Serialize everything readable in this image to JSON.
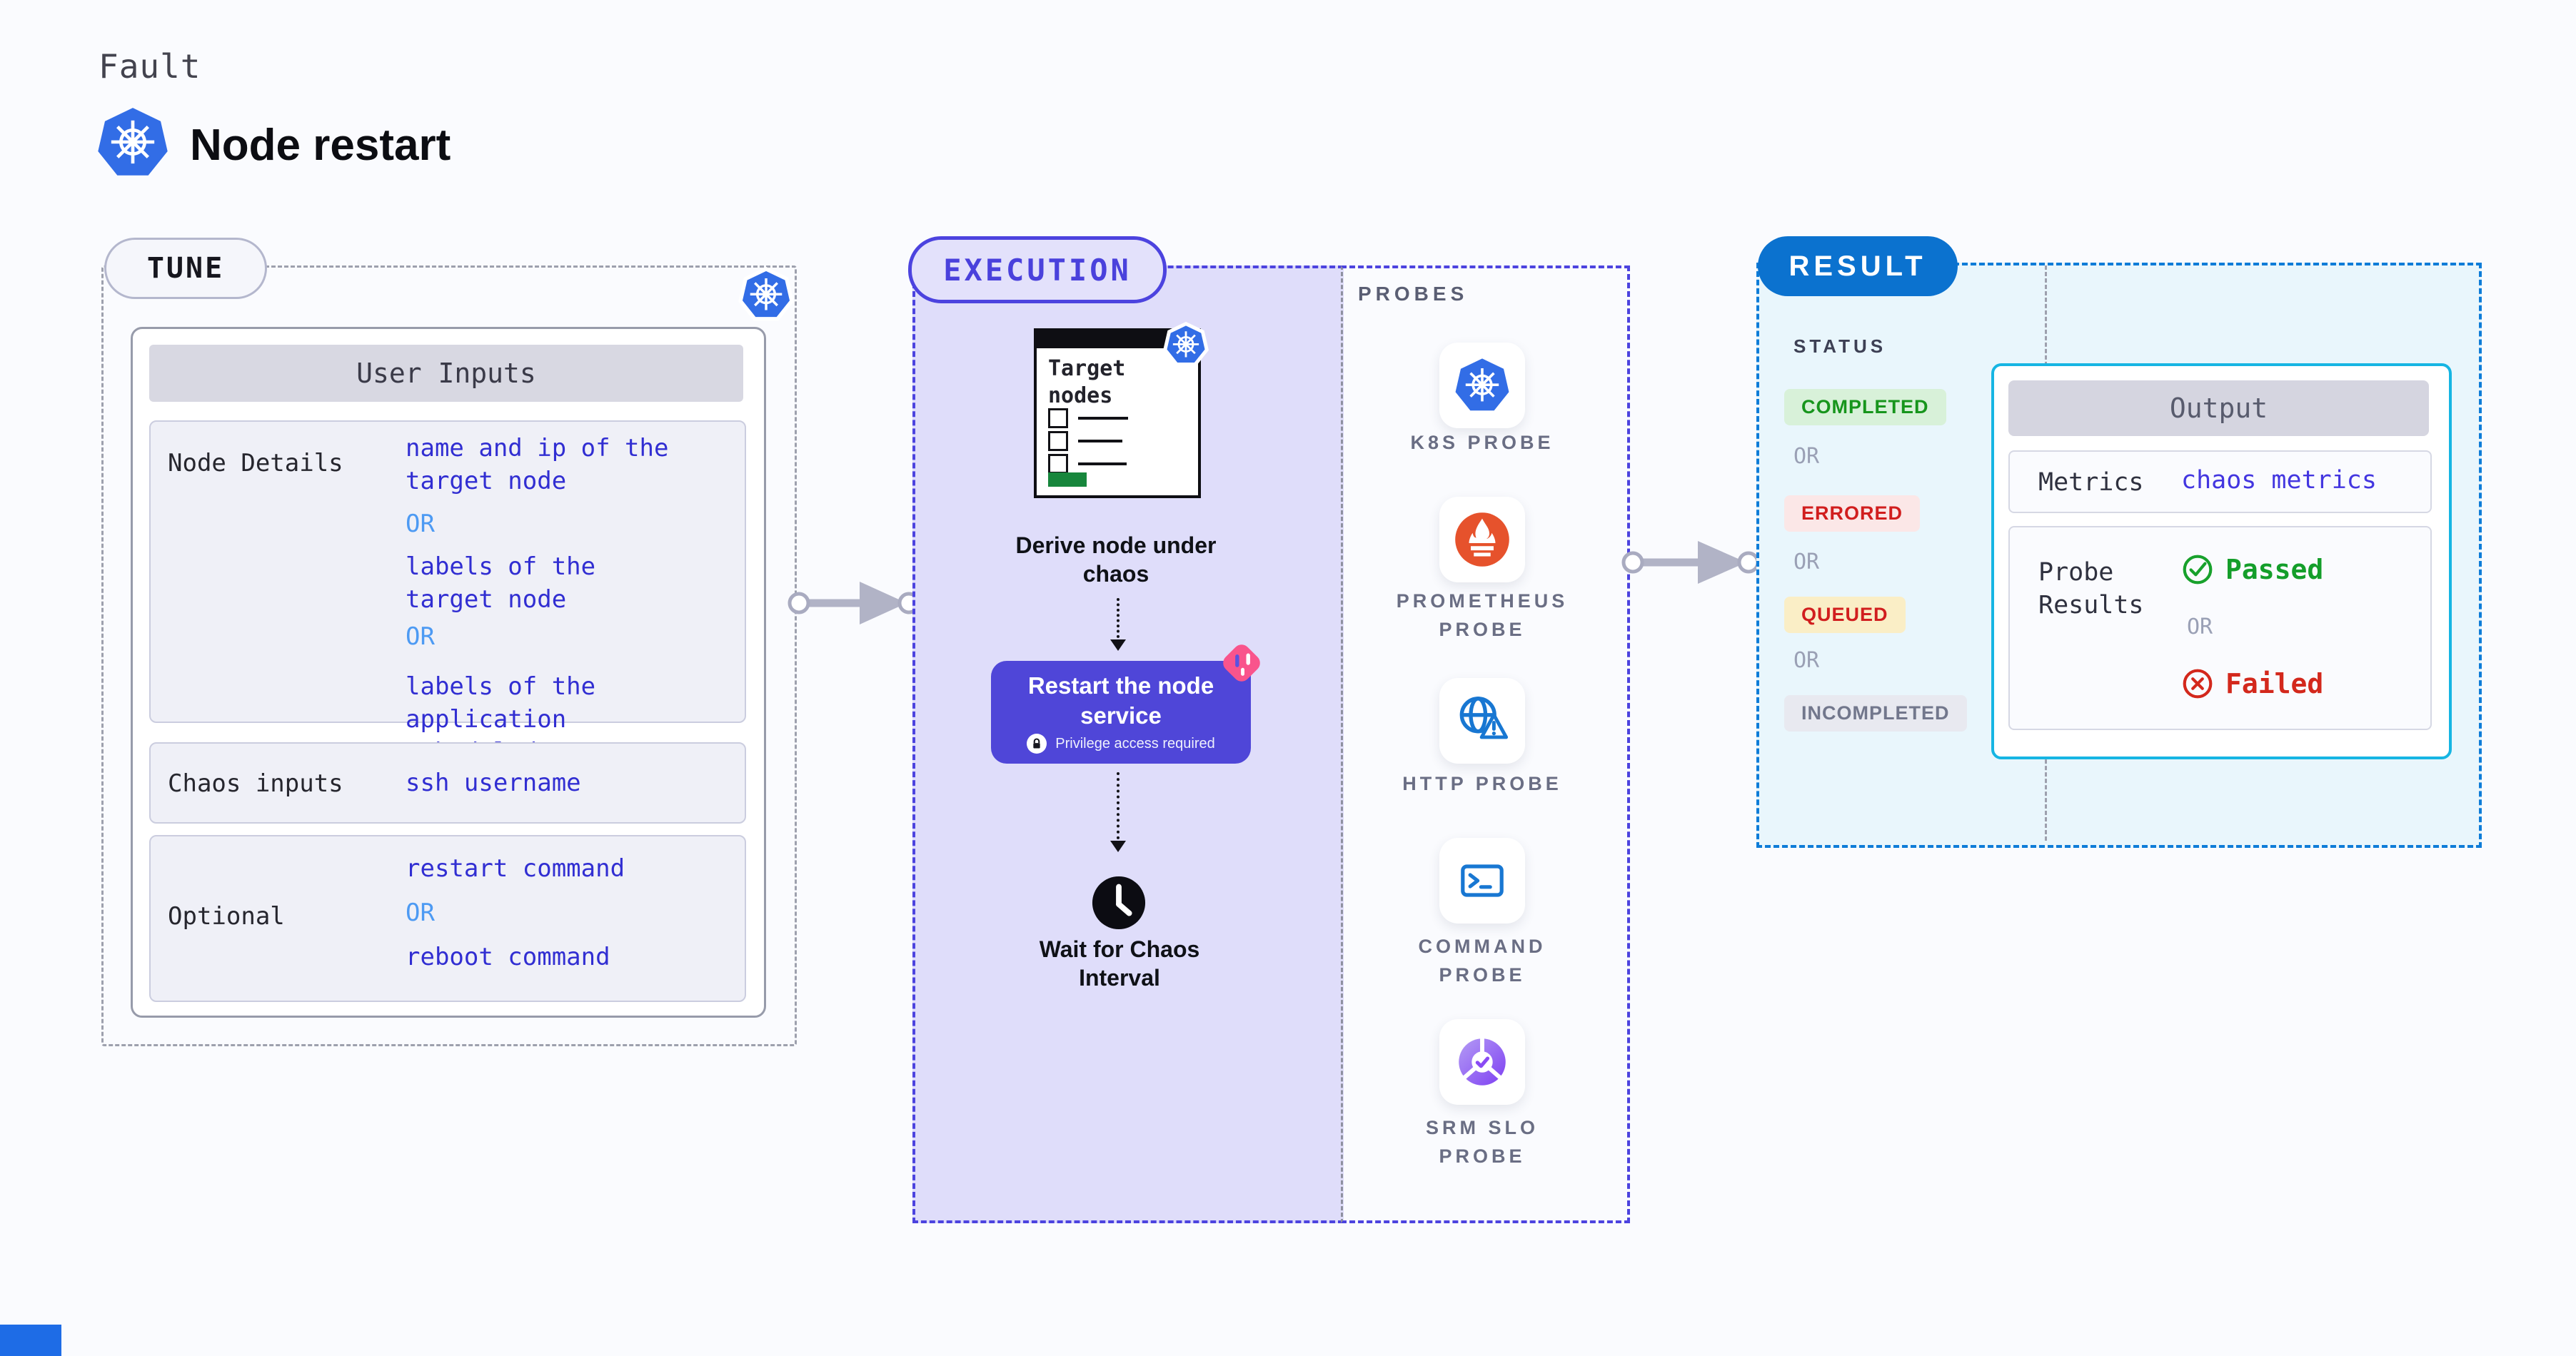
{
  "page": {
    "kicker": "Fault",
    "title": "Node restart"
  },
  "tune": {
    "badge": "TUNE",
    "table_title": "User Inputs",
    "rows": {
      "node_details": {
        "label": "Node Details",
        "v1": "name and ip of the\ntarget node",
        "or1": "OR",
        "v2": "labels of the\ntarget node",
        "or2": "OR",
        "v3": "labels of the application\n scheduled on target node"
      },
      "chaos_inputs": {
        "label": "Chaos inputs",
        "value": "ssh username"
      },
      "optional": {
        "label": "Optional",
        "v1": "restart command",
        "or": "OR",
        "v2": "reboot command"
      }
    }
  },
  "execution": {
    "badge": "EXECUTION",
    "target_card": {
      "title": "Target nodes"
    },
    "steps": {
      "derive": "Derive node under chaos",
      "restart": "Restart the node service",
      "restart_note": "Privilege access required",
      "wait": "Wait for Chaos Interval"
    }
  },
  "probes": {
    "heading": "PROBES",
    "items": [
      {
        "label": "K8S PROBE",
        "icon": "kubernetes-icon"
      },
      {
        "label": "PROMETHEUS PROBE",
        "icon": "prometheus-icon"
      },
      {
        "label": "HTTP PROBE",
        "icon": "http-globe-icon"
      },
      {
        "label": "COMMAND PROBE",
        "icon": "terminal-icon"
      },
      {
        "label": "SRM SLO PROBE",
        "icon": "slo-donut-icon"
      }
    ]
  },
  "result": {
    "badge": "RESULT",
    "status_heading": "STATUS",
    "or": "OR",
    "statuses": {
      "completed": "COMPLETED",
      "errored": "ERRORED",
      "queued": "QUEUED",
      "incompleted": "INCOMPLETED"
    },
    "output": {
      "title": "Output",
      "metrics_label": "Metrics",
      "metrics_value": "chaos metrics",
      "probe_results_label": "Probe Results",
      "passed": "Passed",
      "or": "OR",
      "failed": "Failed"
    }
  },
  "colors": {
    "kubernetes_blue": "#326de6",
    "execution_fill": "#dfddfa",
    "execution_border": "#4c43df",
    "result_fill": "#e9f6fc",
    "result_border": "#0e7cd8",
    "result_pill": "#0b72cf",
    "restart_button": "#4f46d8",
    "pink_badge": "#f9548c",
    "prometheus_orange": "#e6522c",
    "probe_icon_blue": "#1877d2",
    "srm_purple": "#7e3ff2",
    "value_blue": "#312ed2",
    "or_light_blue": "#4d9af3",
    "completed_green": "#17951c",
    "errored_red": "#d11e1e",
    "queued_yellow_bg": "#faeec6",
    "passed_green": "#149e2a",
    "failed_red": "#d3281c",
    "output_border_cyan": "#16b5e3",
    "target_green_bar": "#17863c"
  }
}
